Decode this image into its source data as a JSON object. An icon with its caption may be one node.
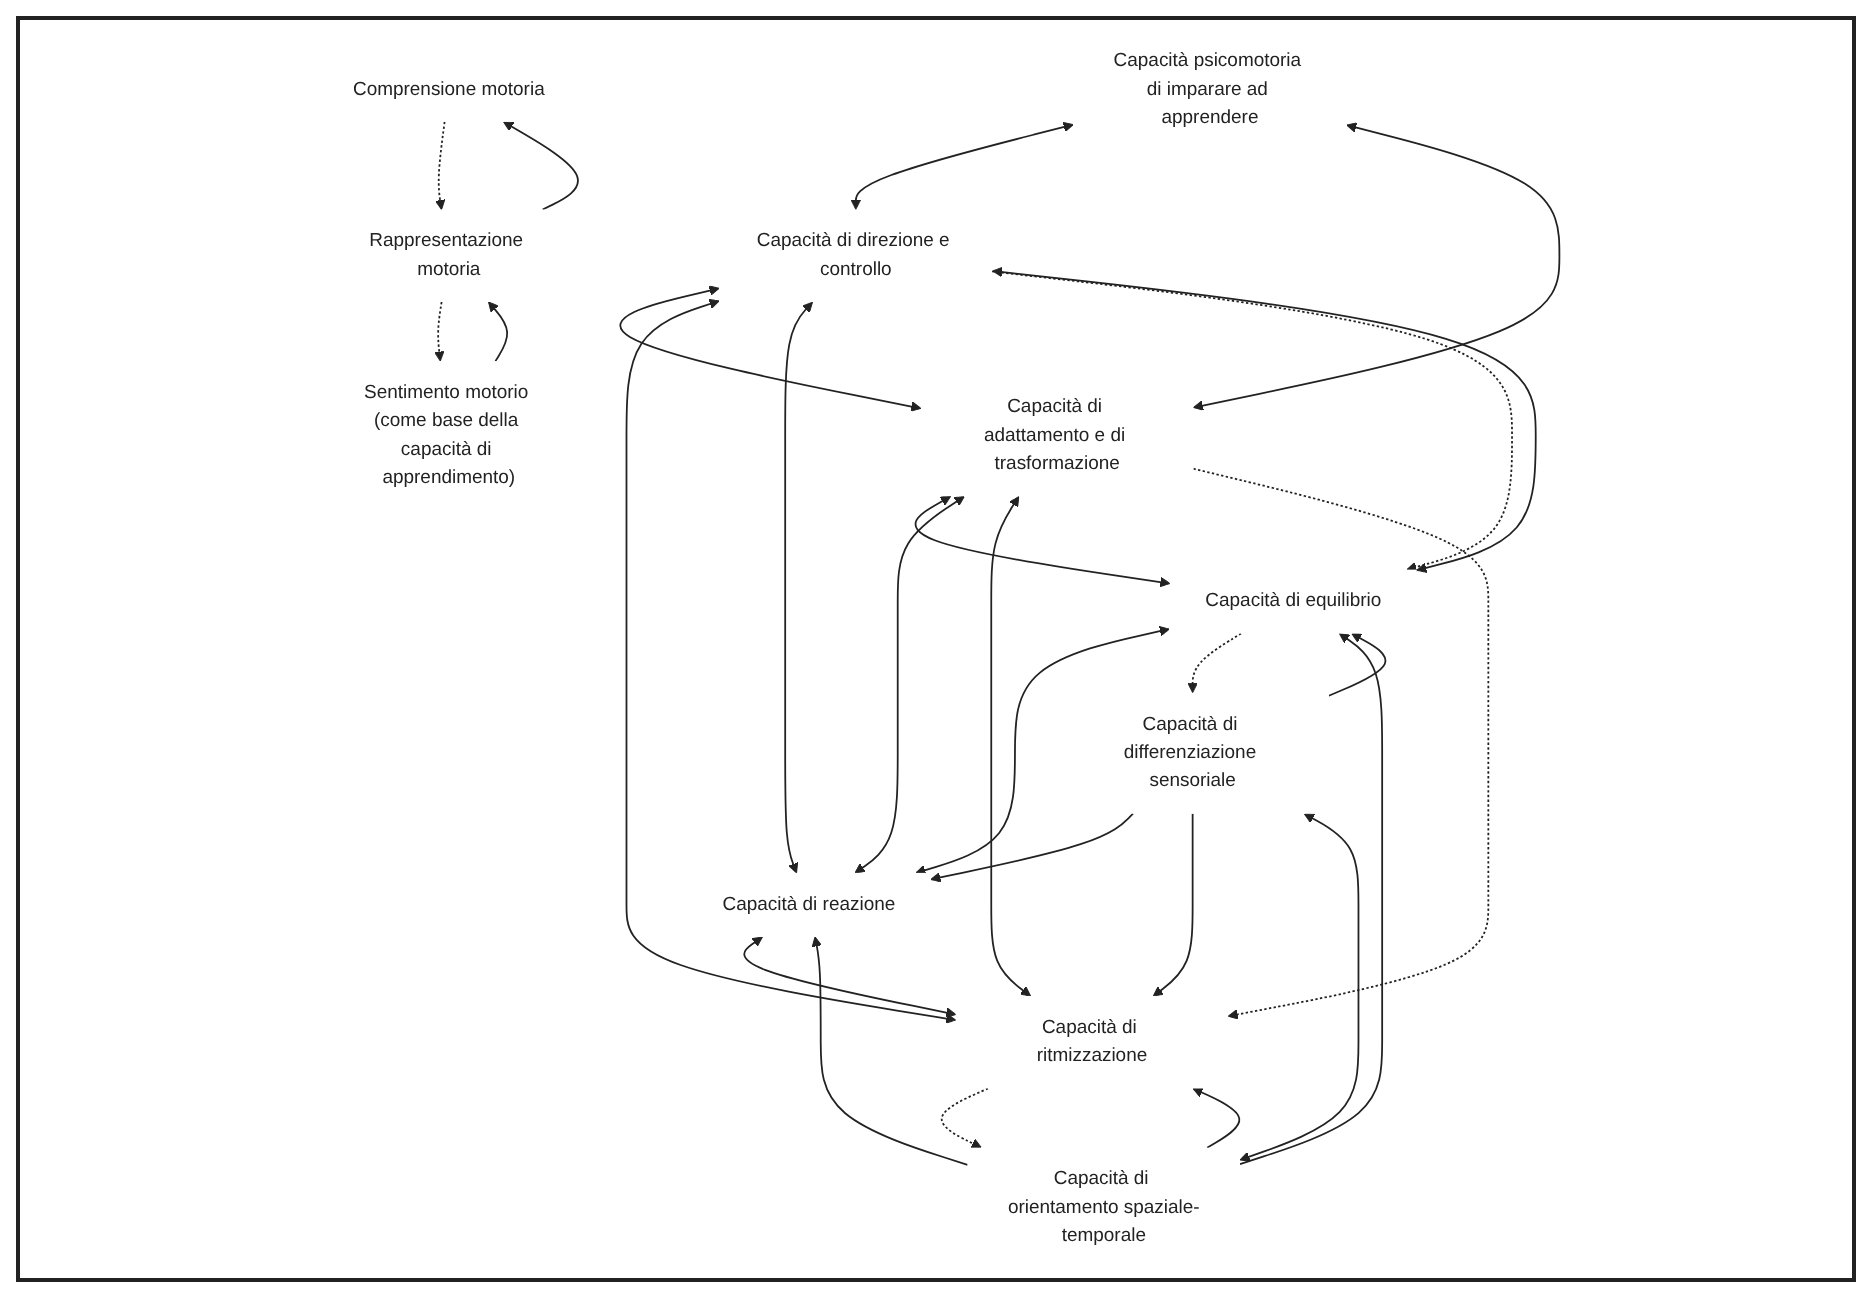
{
  "diagram": {
    "nodes": [
      {
        "text": [
          "Comprensione motoria"
        ]
      },
      {
        "text": [
          "Rappresentazione motoria"
        ]
      },
      {
        "text": [
          "Sentimento motorio (come base della capacità di apprendimento)"
        ]
      },
      {
        "text": [
          "Capacità psicomotoria di imparare ad apprendere"
        ]
      },
      {
        "text": [
          "Capacità di direzione e controllo"
        ]
      },
      {
        "text": [
          "Capacità di adattamento e di trasformazione"
        ]
      },
      {
        "text": [
          "Capacità di equilibrio"
        ]
      },
      {
        "text": [
          "Capacità di reazione"
        ]
      },
      {
        "text": [
          "Capacità di ritmizzazione"
        ]
      },
      {
        "text": [
          "Capacità di differenziazione sensoriale"
        ]
      },
      {
        "text": [
          "Capacità di orientamento spaziale-temporale"
        ]
      }
    ],
    "edges": [
      {
        "from": 0,
        "to": 1,
        "arrow": "to",
        "style": "dashed"
      },
      {
        "from": 1,
        "to": 0,
        "arrow": "to"
      },
      {
        "from": 1,
        "to": 2,
        "arrow": "to",
        "style": "dashed"
      },
      {
        "from": 2,
        "to": 1,
        "arrow": "to"
      },
      {
        "from": 3,
        "to": 4,
        "arrow": "both"
      },
      {
        "from": 3,
        "to": 5,
        "arrow": "both"
      },
      {
        "from": 4,
        "to": 5,
        "arrow": "both"
      },
      {
        "from": 4,
        "to": 8,
        "arrow": "both"
      },
      {
        "from": 4,
        "to": 7,
        "arrow": "both"
      },
      {
        "from": 5,
        "to": 6,
        "arrow": "both"
      },
      {
        "from": 5,
        "to": 7,
        "arrow": "both"
      },
      {
        "from": 4,
        "to": 6,
        "arrow": "to",
        "style": "dashed"
      },
      {
        "from": 4,
        "to": 6,
        "arrow": "both"
      },
      {
        "from": 5,
        "to": 8,
        "arrow": "both"
      },
      {
        "from": 5,
        "to": 8,
        "arrow": "to",
        "style": "dashed"
      },
      {
        "from": 6,
        "to": 7,
        "arrow": "both"
      },
      {
        "from": 7,
        "to": 8,
        "arrow": "both"
      },
      {
        "from": 6,
        "to": 9,
        "arrow": "to",
        "style": "dashed"
      },
      {
        "from": 9,
        "to": 6,
        "arrow": "to"
      },
      {
        "from": 9,
        "to": 7,
        "arrow": "to"
      },
      {
        "from": 9,
        "to": 8,
        "arrow": "to"
      },
      {
        "from": 10,
        "to": 6,
        "arrow": "to"
      },
      {
        "from": 10,
        "to": 7,
        "arrow": "to"
      },
      {
        "from": 8,
        "to": 10,
        "arrow": "to",
        "style": "dashed"
      },
      {
        "from": 10,
        "to": 8,
        "arrow": "to"
      },
      {
        "from": 9,
        "to": 10,
        "arrow": "both"
      }
    ]
  }
}
